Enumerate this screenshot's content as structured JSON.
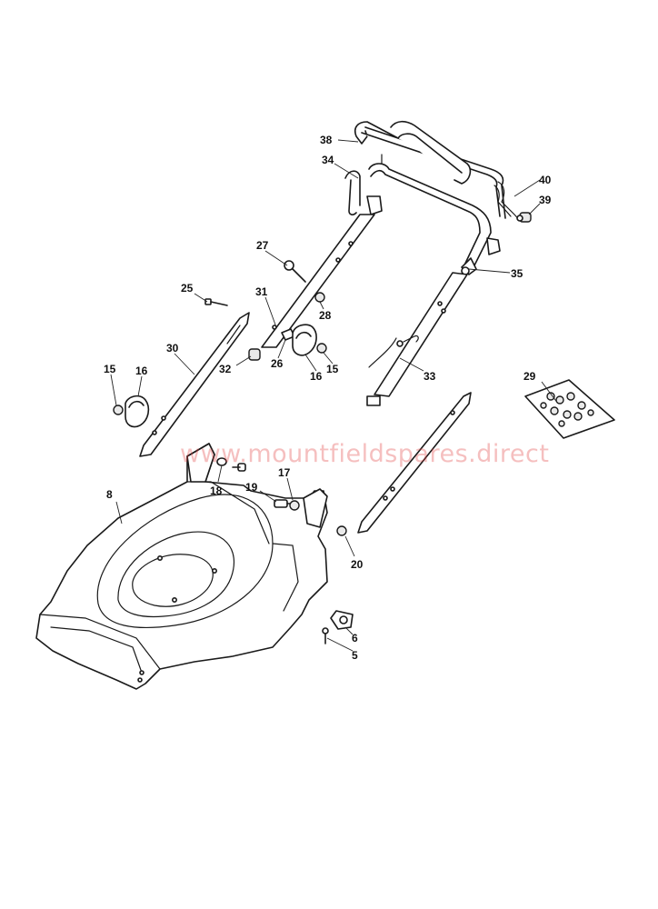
{
  "watermark": "www.mountfieldspares.direct",
  "callouts": [
    {
      "id": "c38",
      "label": "38"
    },
    {
      "id": "c34",
      "label": "34"
    },
    {
      "id": "c40",
      "label": "40"
    },
    {
      "id": "c39",
      "label": "39"
    },
    {
      "id": "c27",
      "label": "27"
    },
    {
      "id": "c35",
      "label": "35"
    },
    {
      "id": "c25",
      "label": "25"
    },
    {
      "id": "c31",
      "label": "31"
    },
    {
      "id": "c28",
      "label": "28"
    },
    {
      "id": "c30",
      "label": "30"
    },
    {
      "id": "c15a",
      "label": "15"
    },
    {
      "id": "c16a",
      "label": "16"
    },
    {
      "id": "c32",
      "label": "32"
    },
    {
      "id": "c26",
      "label": "26"
    },
    {
      "id": "c16b",
      "label": "16"
    },
    {
      "id": "c15b",
      "label": "15"
    },
    {
      "id": "c33",
      "label": "33"
    },
    {
      "id": "c29",
      "label": "29"
    },
    {
      "id": "c17",
      "label": "17"
    },
    {
      "id": "c18",
      "label": "18"
    },
    {
      "id": "c19",
      "label": "19"
    },
    {
      "id": "c8",
      "label": "8"
    },
    {
      "id": "c20",
      "label": "20"
    },
    {
      "id": "c6",
      "label": "6"
    },
    {
      "id": "c5",
      "label": "5"
    }
  ]
}
